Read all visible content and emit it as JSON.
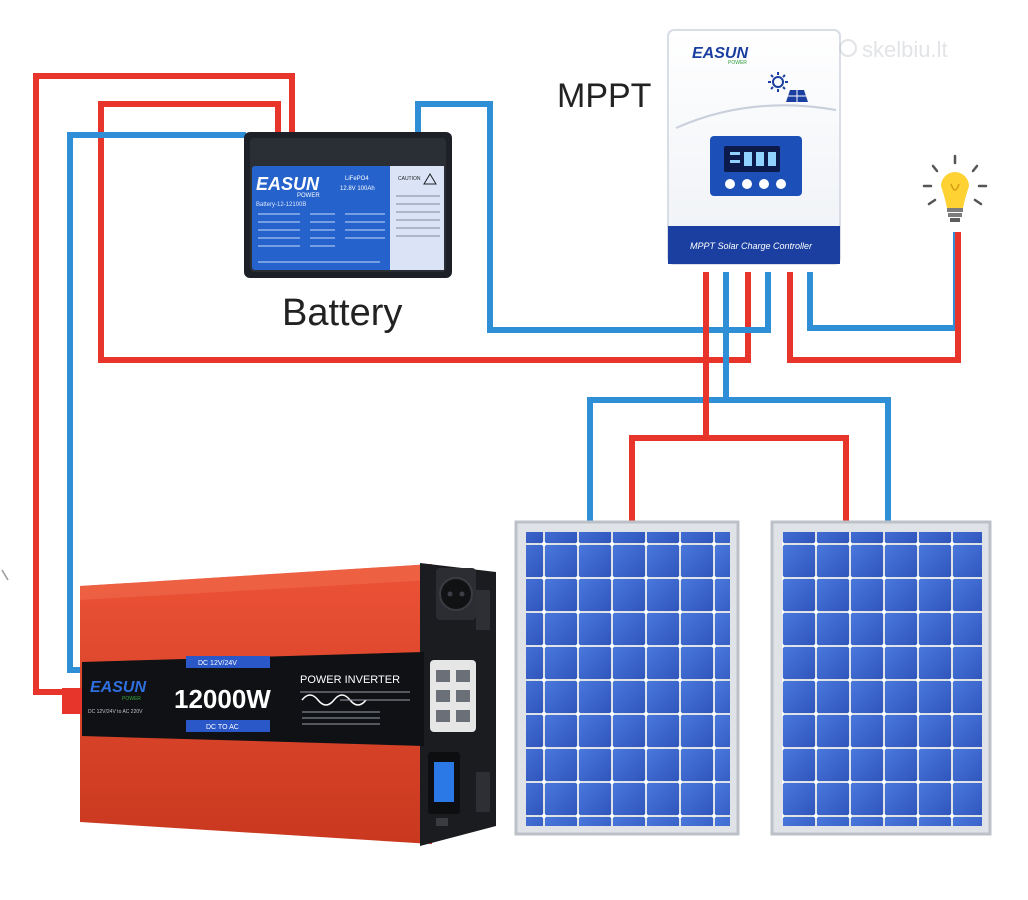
{
  "labels": {
    "mppt": "MPPT",
    "battery": "Battery",
    "watermark": "skelbiu.lt"
  },
  "battery_unit": {
    "brand": "EASUN",
    "brand_sub": "POWER",
    "model": "Battery-12-12100B",
    "chem": "LiFePO4",
    "rating": "12.8V 100Ah",
    "caution": "CAUTION"
  },
  "mppt_unit": {
    "brand": "EASUN",
    "brand_sub": "POWER",
    "panel_text": "MPPT Solar Charge Controller"
  },
  "inverter_unit": {
    "brand": "EASUN",
    "brand_sub": "POWER",
    "power": "12000W",
    "title": "POWER INVERTER",
    "input_spec": "DC 12V/24V",
    "output_spec": "DC TO AC",
    "small_spec": "DC 12V/24V to AC 220V"
  },
  "colors": {
    "positive_wire": "#e8352b",
    "negative_wire": "#2f8fd6",
    "panel_cell": "#3a63c8",
    "panel_frame": "#c9cdd3",
    "inverter_body": "#e0442c",
    "brand_blue": "#1a3fa0",
    "bulb": "#ffd233"
  },
  "icons": [
    "sun-icon",
    "light-bulb-icon"
  ]
}
